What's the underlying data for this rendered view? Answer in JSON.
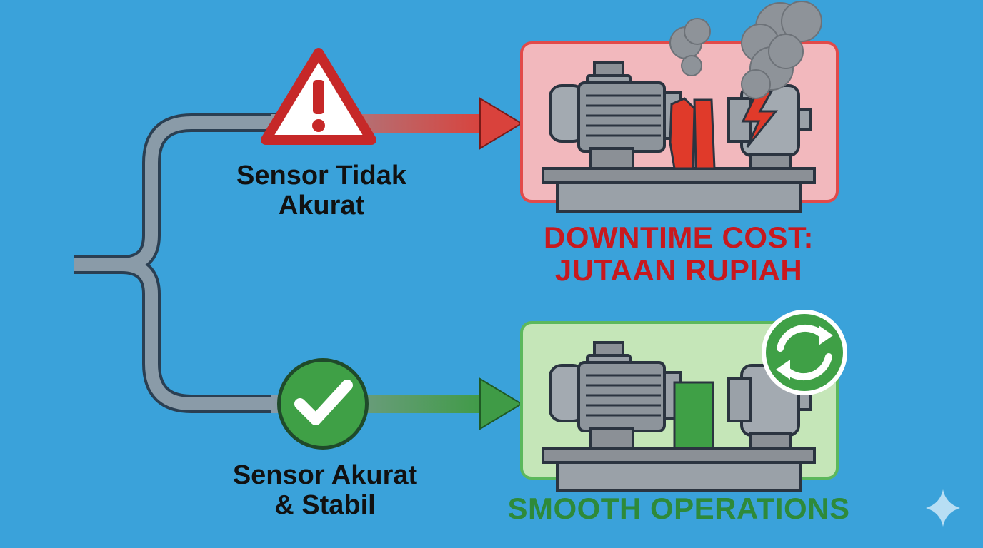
{
  "branches": {
    "top": {
      "label_line1": "Sensor Tidak",
      "label_line2": "Akurat",
      "status_icon": "warning-triangle-icon",
      "outcome_line1": "DOWNTIME COST:",
      "outcome_line2": "JUTAAN RUPIAH",
      "panel_color": "#f2b8bd",
      "panel_border": "#e24a4a",
      "arrow_color": "#d9423c",
      "text_color": "#c8191e"
    },
    "bottom": {
      "label_line1": "Sensor Akurat",
      "label_line2": "& Stabil",
      "status_icon": "checkmark-circle-icon",
      "outcome": "SMOOTH OPERATIONS",
      "panel_color": "#c5e6b8",
      "panel_border": "#5cb85c",
      "arrow_color": "#3f9b46",
      "text_color": "#2e8a3a",
      "badge_icon": "refresh-cycle-icon"
    }
  },
  "colors": {
    "background": "#3aa2da",
    "trunk": "#8a9ba8"
  },
  "watermark_icon": "sparkle-icon"
}
